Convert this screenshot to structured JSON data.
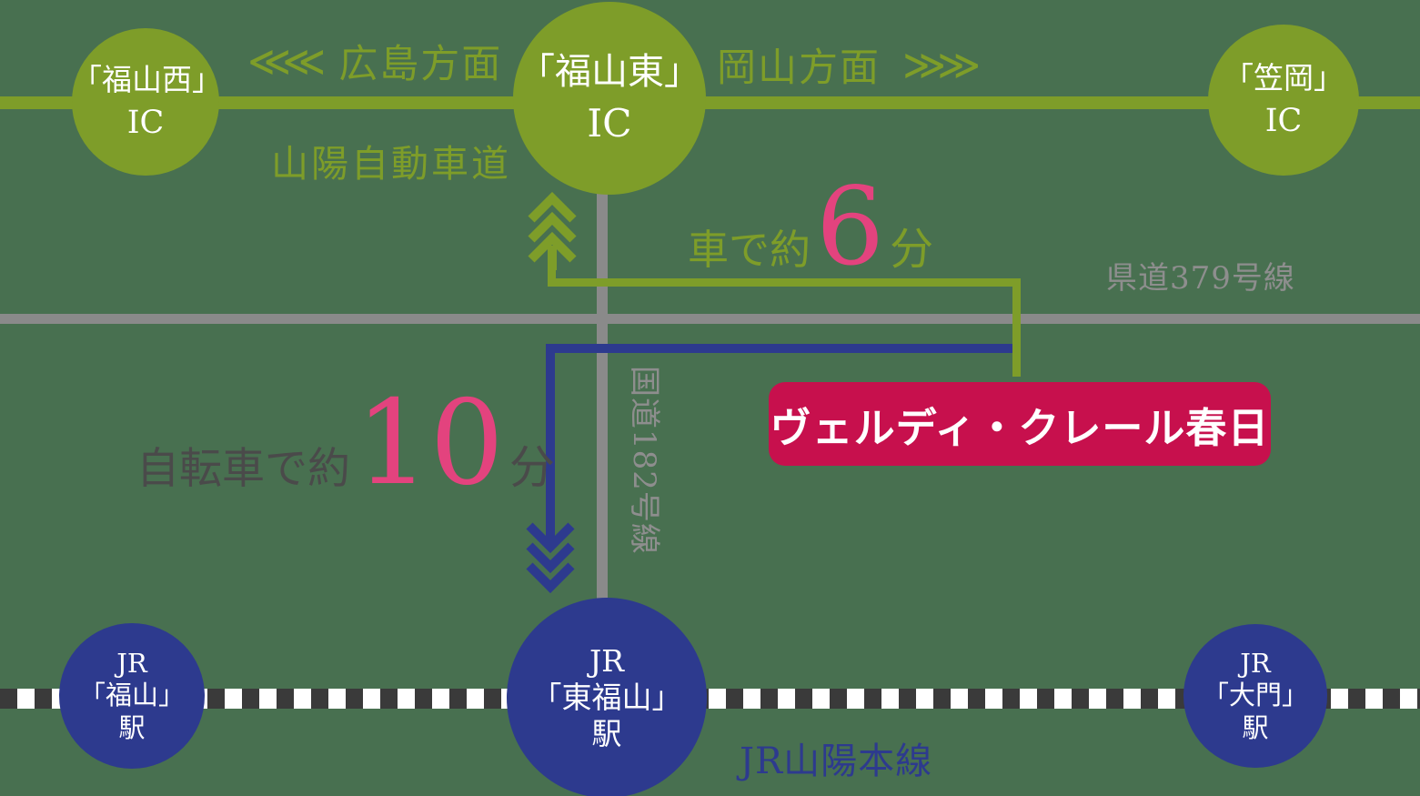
{
  "colors": {
    "background_green": "#487050",
    "olive_green": "#7E9D29",
    "navy_blue": "#2D3A8E",
    "road_gray": "#8A8A8A",
    "railway_dark": "#3A3A3A",
    "rose_pink": "#E3437E",
    "badge_crimson": "#C7104D",
    "text_dark_gray": "#4A4A4A",
    "white": "#FFFFFF"
  },
  "expressway": {
    "name": "山陽自動車道",
    "direction_left": {
      "chevrons": "≪≪",
      "label": "広島方面"
    },
    "direction_right": {
      "label": "岡山方面",
      "chevrons": "≫≫"
    },
    "ics": [
      {
        "line1": "「福山西」",
        "line2": "IC"
      },
      {
        "line1": "「福山東」",
        "line2": "IC"
      },
      {
        "line1": "「笠岡」",
        "line2": "IC"
      }
    ]
  },
  "roads": {
    "prefectural": "県道379号線",
    "national": "国道182号線"
  },
  "routes": {
    "car": {
      "prefix": "車で約",
      "minutes": "6",
      "suffix": "分"
    },
    "bicycle": {
      "prefix": "自転車で約",
      "minutes": "10",
      "suffix": "分"
    }
  },
  "destination": "ヴェルディ・クレール春日",
  "railway": {
    "name": "JR山陽本線",
    "stations": [
      {
        "line1": "JR",
        "line2": "「福山」",
        "line3": "駅"
      },
      {
        "line1": "JR",
        "line2": "「東福山」",
        "line3": "駅"
      },
      {
        "line1": "JR",
        "line2": "「大門」",
        "line3": "駅"
      }
    ]
  }
}
